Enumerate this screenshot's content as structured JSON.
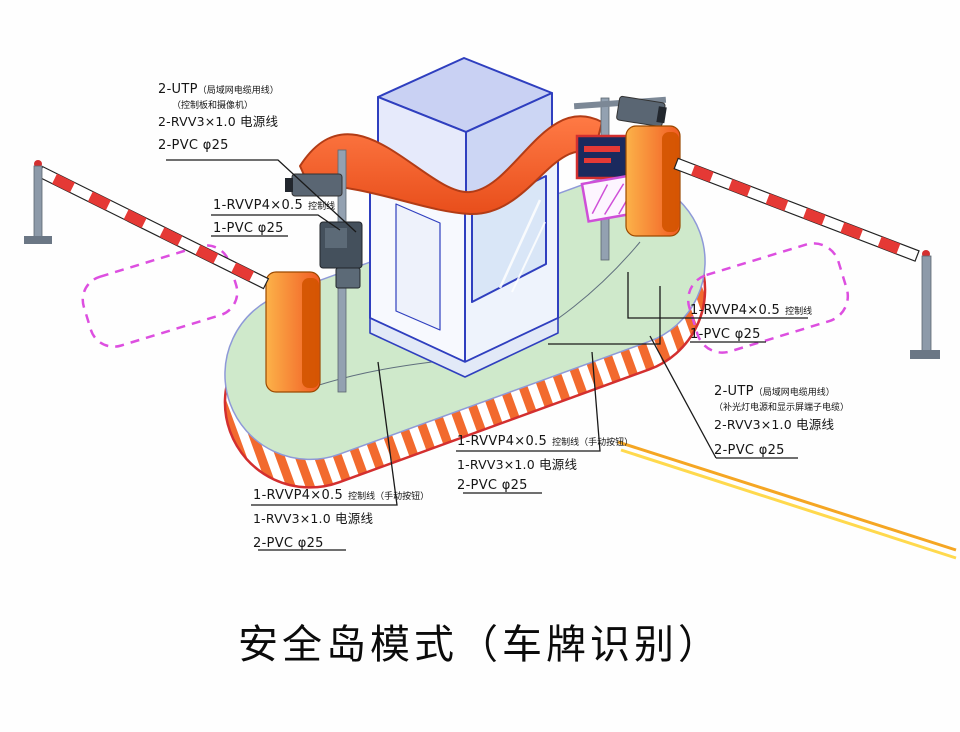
{
  "title": "安全岛模式（车牌识别）",
  "callouts": {
    "top_left": {
      "l1_main": "2-UTP",
      "l1_note": "（局域网电缆用线）",
      "l2_note": "（控制板和摄像机）",
      "l3": "2-RVV3×1.0 电源线",
      "l4": "2-PVC φ25"
    },
    "mid_left": {
      "l1_main": "1-RVVP4×0.5",
      "l1_note": "控制线",
      "l2": "1-PVC φ25"
    },
    "bottom_left": {
      "l1_main": "1-RVVP4×0.5",
      "l1_note": "控制线（手动按钮）",
      "l2": "1-RVV3×1.0 电源线",
      "l3": "2-PVC φ25"
    },
    "bottom_center": {
      "l1_main": "1-RVVP4×0.5",
      "l1_note": "控制线（手动按钮）",
      "l2": "1-RVV3×1.0 电源线",
      "l3": "2-PVC φ25"
    },
    "mid_right": {
      "l1_main": "1-RVVP4×0.5",
      "l1_note": "控制线",
      "l2": "1-PVC φ25"
    },
    "right": {
      "l1_main": "2-UTP",
      "l1_note": "（局域网电缆用线）",
      "l2_note": "（补光灯电源和显示屏端子电缆）",
      "l3": "2-RVV3×1.0 电源线",
      "l4": "2-PVC φ25"
    }
  },
  "colors": {
    "canopy": "#f0571f",
    "island_top": "#cfe9cb",
    "island_stripe": "#f26a2e",
    "island_edge": "#d32f2f",
    "barrier_cabinet": "#f7941d",
    "vehicle_zone": "#dd4fe0",
    "booth_outline": "#2f3fbf",
    "road_line_orange": "#f5a623",
    "road_line_yellow": "#ffd94d"
  }
}
